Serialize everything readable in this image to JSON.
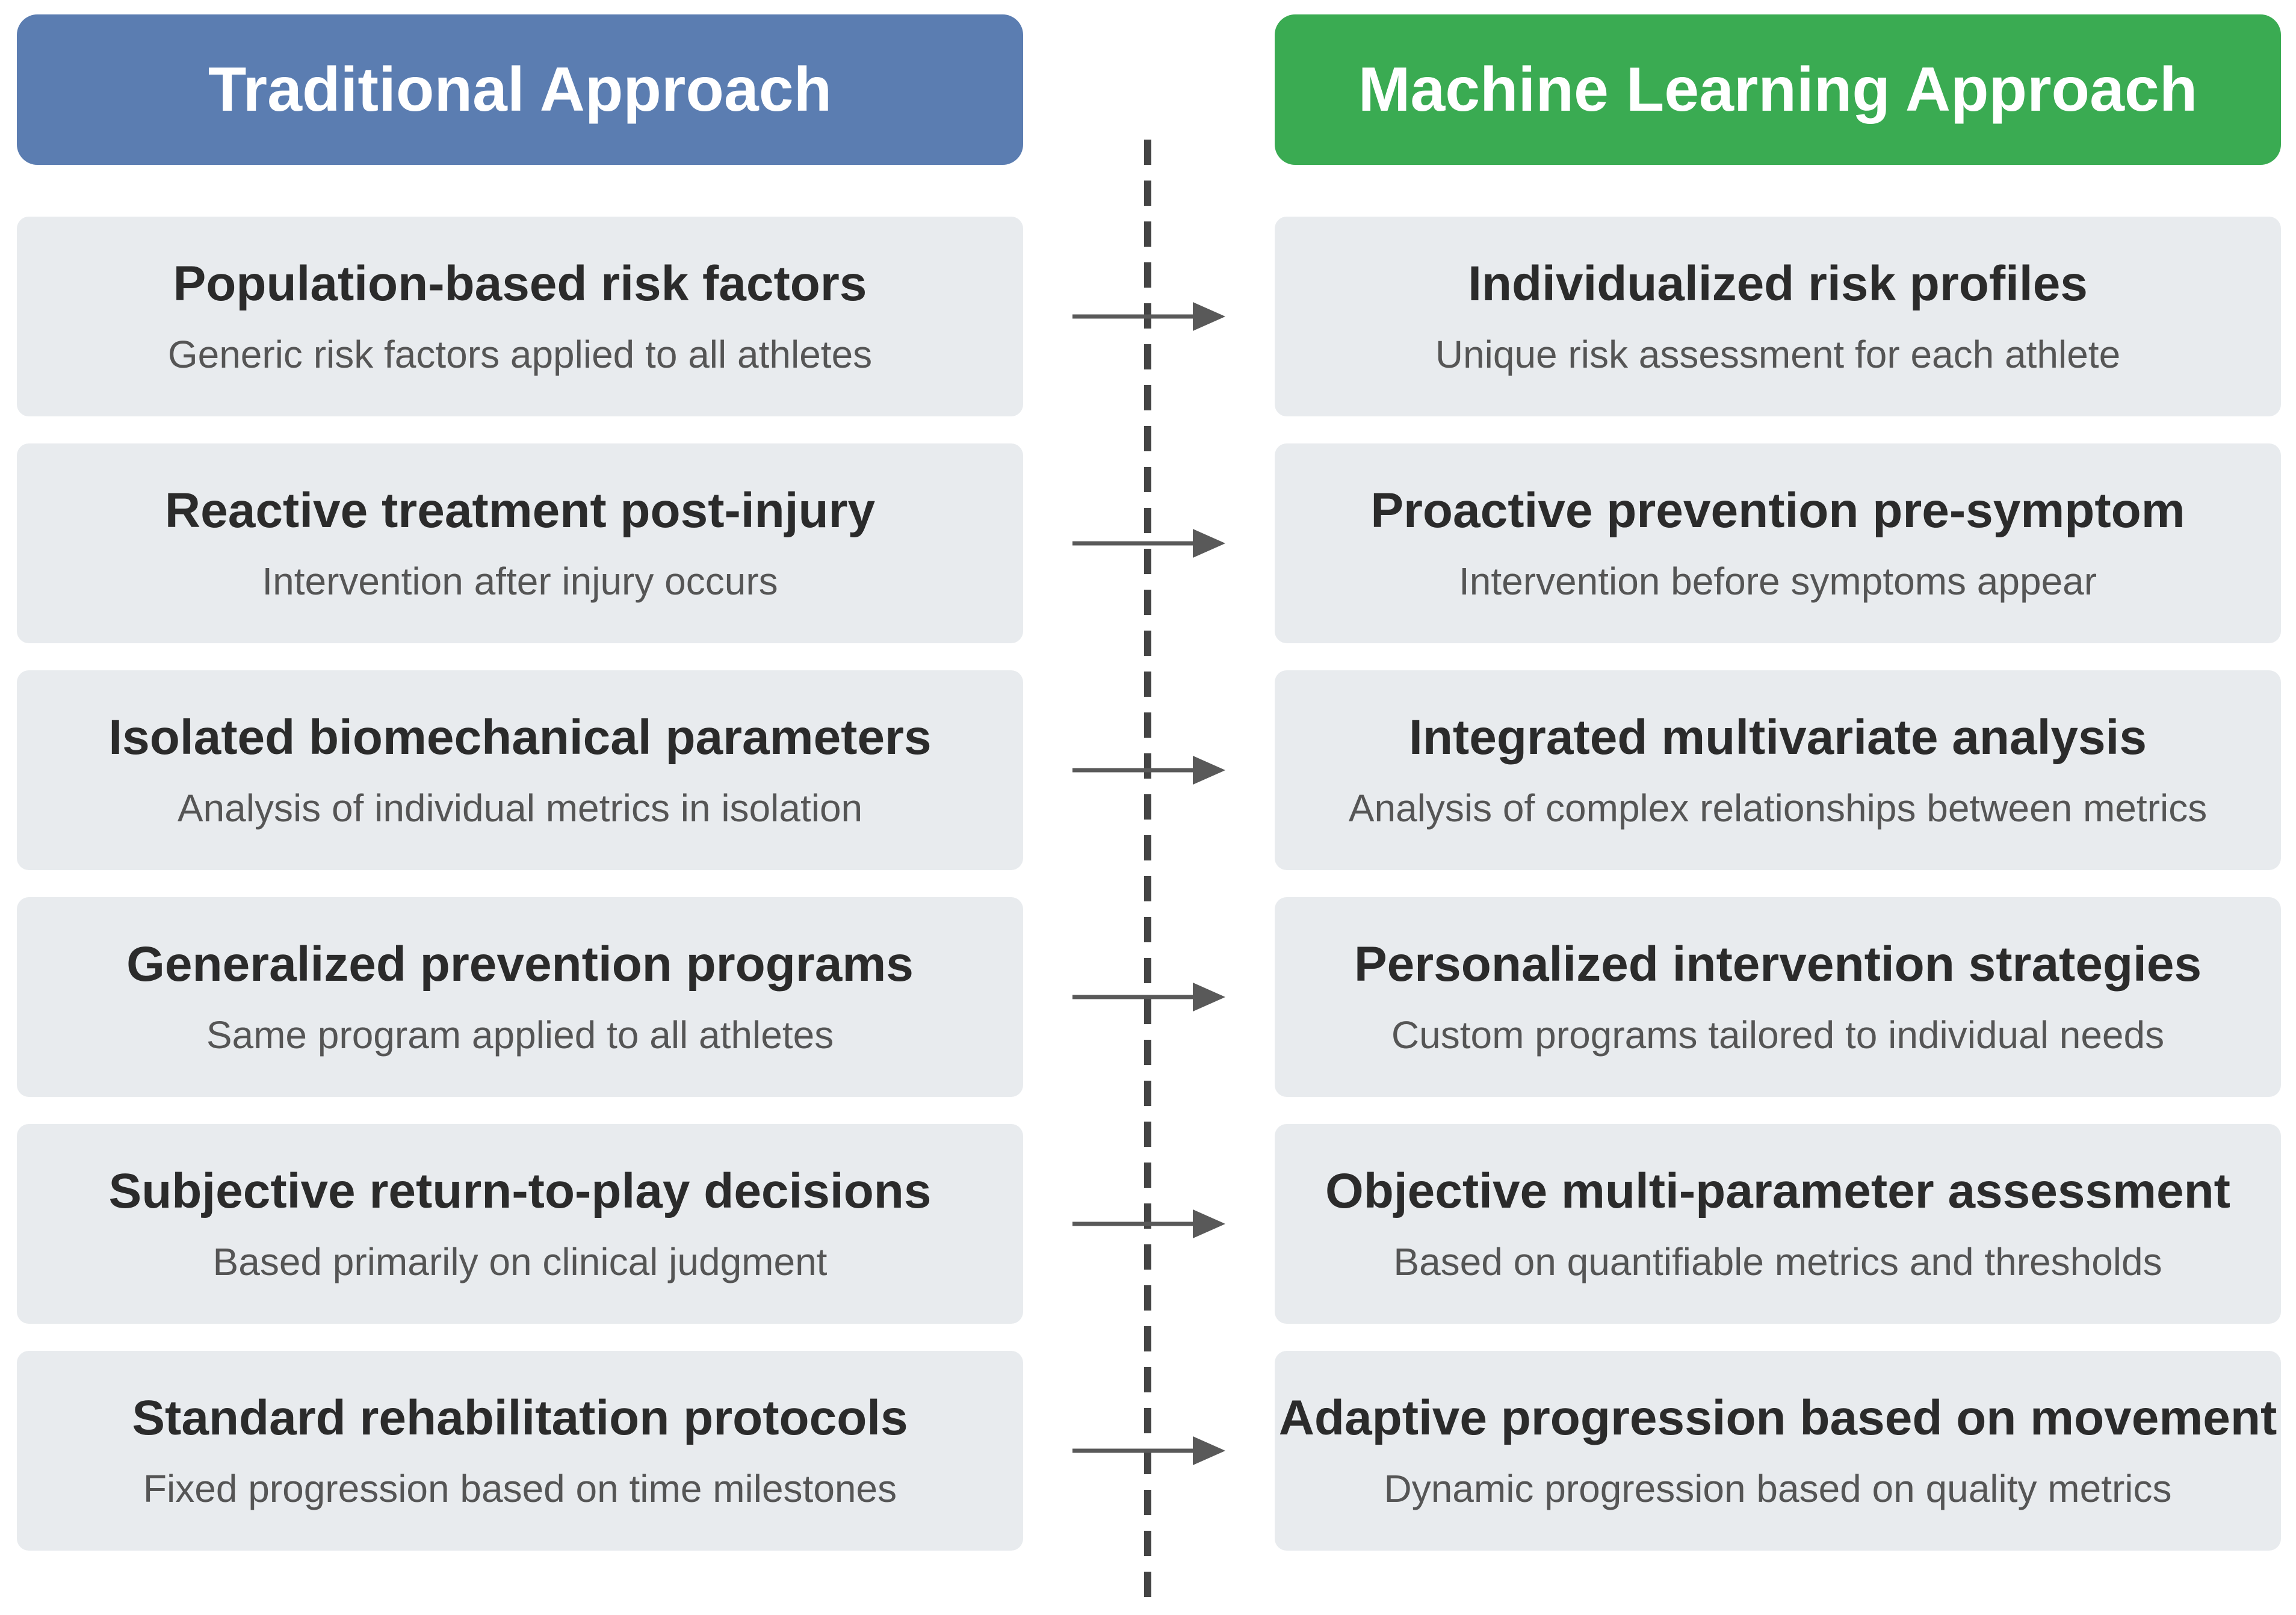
{
  "colors": {
    "left_header": "#5b7db1",
    "right_header": "#3aab52",
    "card_bg": "#e8ebee",
    "arrow": "#595959",
    "divider": "#444444"
  },
  "headers": {
    "left": "Traditional Approach",
    "right": "Machine Learning Approach"
  },
  "rows": [
    {
      "left": {
        "title": "Population-based risk factors",
        "desc": "Generic risk factors applied to all athletes"
      },
      "right": {
        "title": "Individualized risk profiles",
        "desc": "Unique risk assessment for each athlete"
      }
    },
    {
      "left": {
        "title": "Reactive treatment post-injury",
        "desc": "Intervention after injury occurs"
      },
      "right": {
        "title": "Proactive prevention pre-symptom",
        "desc": "Intervention before symptoms appear"
      }
    },
    {
      "left": {
        "title": "Isolated biomechanical parameters",
        "desc": "Analysis of individual metrics in isolation"
      },
      "right": {
        "title": "Integrated multivariate analysis",
        "desc": "Analysis of complex relationships between metrics"
      }
    },
    {
      "left": {
        "title": "Generalized prevention programs",
        "desc": "Same program applied to all athletes"
      },
      "right": {
        "title": "Personalized intervention strategies",
        "desc": "Custom programs tailored to individual needs"
      }
    },
    {
      "left": {
        "title": "Subjective return-to-play decisions",
        "desc": "Based primarily on clinical judgment"
      },
      "right": {
        "title": "Objective multi-parameter assessment",
        "desc": "Based on quantifiable metrics and thresholds"
      }
    },
    {
      "left": {
        "title": "Standard rehabilitation protocols",
        "desc": "Fixed progression based on time milestones"
      },
      "right": {
        "title": "Adaptive progression based on movement",
        "desc": "Dynamic progression based on quality metrics"
      }
    }
  ]
}
